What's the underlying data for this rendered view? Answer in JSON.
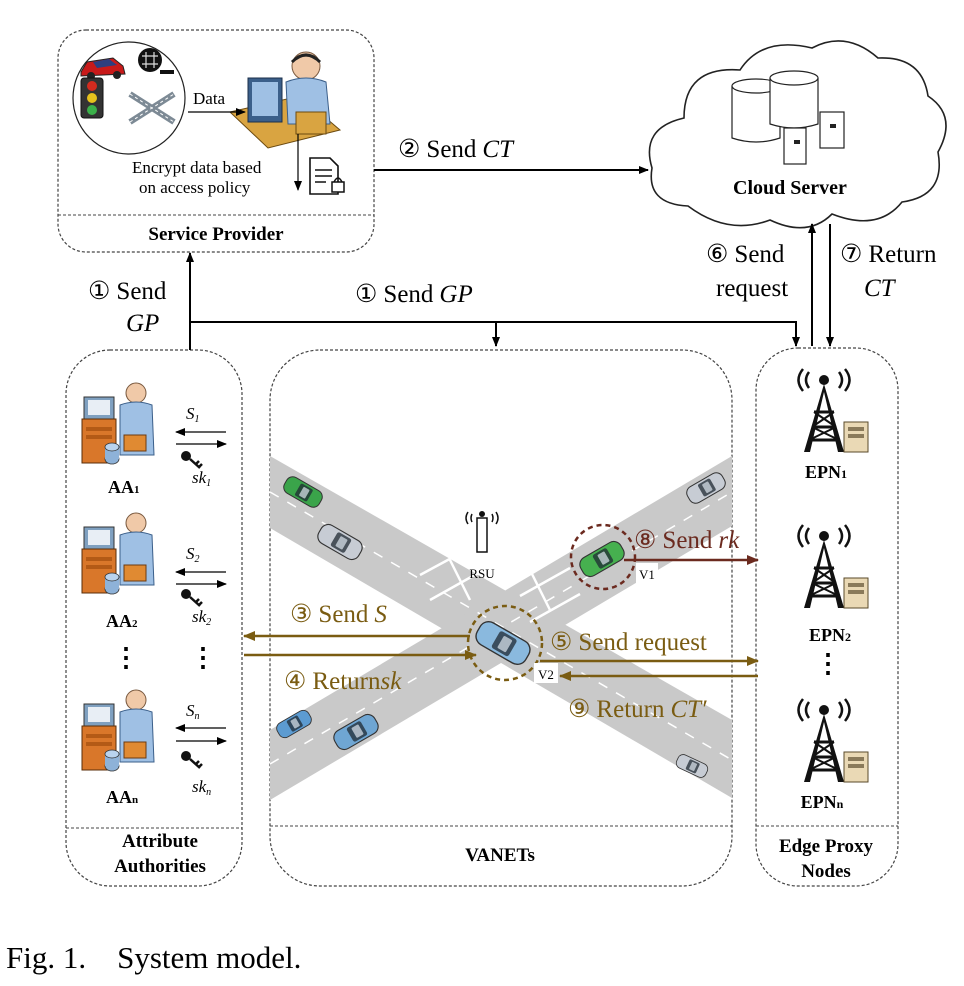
{
  "service_provider": {
    "title": "Service Provider",
    "data_label": "Data",
    "encrypt_line1": "Encrypt data based",
    "encrypt_line2": "on access policy"
  },
  "cloud": {
    "title": "Cloud Server"
  },
  "attribute_authorities": {
    "title_line1": "Attribute",
    "title_line2": "Authorities",
    "items": [
      {
        "name": "AA",
        "sub": "1",
        "s": "S",
        "s_sub": "1",
        "sk": "sk",
        "sk_sub": "1"
      },
      {
        "name": "AA",
        "sub": "2",
        "s": "S",
        "s_sub": "2",
        "sk": "sk",
        "sk_sub": "2"
      },
      {
        "name": "AA",
        "sub": "n",
        "s": "S",
        "s_sub": "n",
        "sk": "sk",
        "sk_sub": "n"
      }
    ],
    "ellipsis": "⋮"
  },
  "vanets": {
    "title": "VANETs",
    "rsu": "RSU",
    "v1": "V1",
    "v2": "V2"
  },
  "edge": {
    "title_line1": "Edge Proxy",
    "title_line2": "Nodes",
    "nodes": [
      {
        "name": "EPN",
        "sub": "1"
      },
      {
        "name": "EPN",
        "sub": "2"
      },
      {
        "name": "EPN",
        "sub": "n"
      }
    ],
    "ellipsis": "⋮"
  },
  "arrows": {
    "a1_left_num": "①",
    "a1_left_text": "Send",
    "a1_left_var": "GP",
    "a1_mid_num": "①",
    "a1_mid_text": "Send",
    "a1_mid_var": "GP",
    "a2_num": "②",
    "a2_text": "Send",
    "a2_var": "CT",
    "a3_num": "③",
    "a3_text": "Send",
    "a3_var": "S",
    "a4_num": "④",
    "a4_text": "Return",
    "a4_var": "sk",
    "a5_num": "⑤",
    "a5_text": "Send request",
    "a6_num": "⑥",
    "a6_text1": "Send",
    "a6_text2": "request",
    "a7_num": "⑦",
    "a7_text": "Return",
    "a7_var": "CT",
    "a8_num": "⑧",
    "a8_text": "Send",
    "a8_var": "rk",
    "a9_num": "⑨",
    "a9_text": "Return",
    "a9_var": "CT′"
  },
  "caption": {
    "label": "Fig. 1.",
    "text": "System model."
  },
  "colors": {
    "olive": "#7a5c12",
    "dark_red": "#6b2a1f",
    "black": "#000000",
    "road": "#c9c9c9"
  }
}
